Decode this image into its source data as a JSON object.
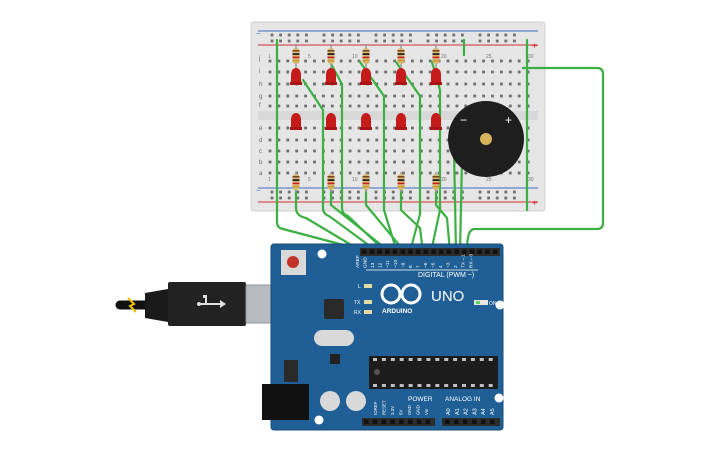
{
  "colors": {
    "breadboard": "#e6e6e6",
    "board": "#1f5f95",
    "board_edge": "#174c78",
    "wire": "#3cb043",
    "led": "#c51b1b",
    "rail_red": "#d03030",
    "rail_blue": "#3a6fc4",
    "buzzer": "#1e1e1e",
    "header": "#2b2b2b"
  },
  "breadboard": {
    "col_numbers_top": [
      "1",
      "5",
      "10",
      "15",
      "20",
      "25",
      "30"
    ],
    "col_numbers_bottom": [
      "1",
      "5",
      "10",
      "15",
      "20",
      "25",
      "30"
    ],
    "row_letters_left_top": [
      "j",
      "i",
      "h",
      "g",
      "f"
    ],
    "row_letters_left_bottom": [
      "e",
      "d",
      "c",
      "b",
      "a"
    ],
    "rail_plus": "+",
    "rail_minus": "−",
    "led_count": 10,
    "resistor_count": 10
  },
  "buzzer": {
    "minus": "−",
    "plus": "+"
  },
  "arduino": {
    "brand": "ARDUINO",
    "model": "UNO",
    "digital_label": "DIGITAL (PWM ~)",
    "power_label": "POWER",
    "analog_label": "ANALOG IN",
    "on_label": "ON",
    "led_labels": [
      "L",
      "TX",
      "RX"
    ],
    "digital_pins": [
      "AREF",
      "GND",
      "13",
      "12",
      "~11",
      "~10",
      "~9",
      "8",
      "7",
      "~6",
      "~5",
      "4",
      "~3",
      "2",
      "TX→1",
      "RX←0"
    ],
    "power_pins": [
      "IOREF",
      "RESET",
      "3.3V",
      "5V",
      "GND",
      "GND",
      "Vin"
    ],
    "analog_pins": [
      "A0",
      "A1",
      "A2",
      "A3",
      "A4",
      "A5"
    ]
  }
}
